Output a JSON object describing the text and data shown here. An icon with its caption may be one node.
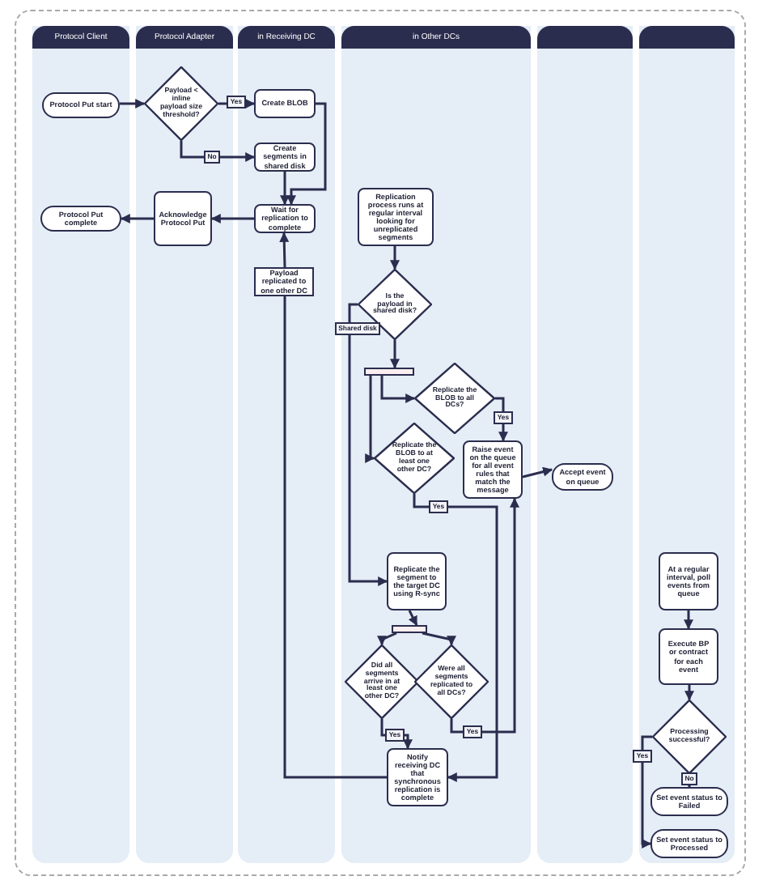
{
  "diagram": {
    "nodes": [
      {
        "text": [
          "Protocol Client"
        ]
      },
      {
        "text": [
          "Protocol Adapter"
        ]
      },
      {
        "text": [
          "in Receiving DC"
        ]
      },
      {
        "text": [
          "in Other DCs"
        ]
      },
      {
        "text": [],
        "shape": "box"
      },
      {
        "text": [],
        "shape": "box"
      },
      {
        "text": [
          "Protocol Put start"
        ],
        "in": 0
      },
      {
        "text": [
          "Payload < inline payload size threshold?"
        ],
        "in": 1
      },
      {
        "text": [
          "Create BLOB"
        ],
        "in": 2
      },
      {
        "text": [
          "Create segments in shared disk"
        ],
        "in": 2
      },
      {
        "text": [
          "Wait for replication to complete"
        ],
        "in": 2
      },
      {
        "text": [
          "Acknowledge Protocol Put"
        ],
        "in": 1
      },
      {
        "text": [
          "Protocol Put complete"
        ],
        "in": 0
      },
      {
        "text": [
          "Payload replicated to one other DC"
        ],
        "in": 2
      },
      {
        "text": [
          "Replication process runs at regular interval looking for unreplicated segments"
        ],
        "in": 3
      },
      {
        "text": [
          "Is the payload in shared disk?"
        ],
        "in": 3
      },
      {
        "text": [],
        "shape": "bar",
        "in": 3
      },
      {
        "text": [
          "Replicate the BLOB to all DCs?"
        ],
        "in": 3
      },
      {
        "text": [
          "Replicate the BLOB to at least one other DC?"
        ],
        "in": 3
      },
      {
        "text": [
          "Raise event on the queue for all event rules that match the message"
        ],
        "in": 3
      },
      {
        "text": [
          "Accept event on queue"
        ],
        "in": 4
      },
      {
        "text": [
          "Replicate the segment to the target DC using R-sync"
        ],
        "in": 3
      },
      {
        "text": [],
        "shape": "bar",
        "in": 3
      },
      {
        "text": [
          "Did all segments arrive in at least one other DC?"
        ],
        "in": 3
      },
      {
        "text": [
          "Were all segments replicated to all DCs?"
        ],
        "in": 3
      },
      {
        "text": [
          "Notify receiving DC that synchronous replication is complete"
        ],
        "in": 3
      },
      {
        "text": [
          "At a regular interval, poll events from queue"
        ],
        "in": 5
      },
      {
        "text": [
          "Execute BP or contract for each event"
        ],
        "in": 5
      },
      {
        "text": [
          "Processing successful?"
        ],
        "in": 5
      },
      {
        "text": [
          "Set event status to Failed"
        ],
        "in": 5
      },
      {
        "text": [
          "Set event status to Processed"
        ],
        "in": 5
      }
    ],
    "edges": [
      {
        "from": 6,
        "to": 7,
        "arrow": "to"
      },
      {
        "from": 7,
        "to": 8,
        "arrow": "to",
        "label": "Yes"
      },
      {
        "from": 7,
        "to": 9,
        "arrow": "to",
        "label": "No"
      },
      {
        "from": 8,
        "to": 10,
        "arrow": "to"
      },
      {
        "from": 9,
        "to": 10,
        "arrow": "to"
      },
      {
        "from": 10,
        "to": 11,
        "arrow": "to"
      },
      {
        "from": 11,
        "to": 12,
        "arrow": "to"
      },
      {
        "from": 25,
        "to": 13,
        "arrow": "none"
      },
      {
        "from": 13,
        "to": 10,
        "arrow": "to"
      },
      {
        "from": 14,
        "to": 15,
        "arrow": "to"
      },
      {
        "from": 15,
        "to": 21,
        "arrow": "to",
        "label": "Shared disk"
      },
      {
        "from": 15,
        "to": 16,
        "arrow": "to"
      },
      {
        "from": 16,
        "to": 17,
        "arrow": "to"
      },
      {
        "from": 16,
        "to": 18,
        "arrow": "to"
      },
      {
        "from": 17,
        "to": 19,
        "arrow": "to",
        "label": "Yes"
      },
      {
        "from": 18,
        "to": 25,
        "arrow": "to",
        "label": "Yes"
      },
      {
        "from": 19,
        "to": 20,
        "arrow": "to"
      },
      {
        "from": 24,
        "to": 19,
        "arrow": "to",
        "label": "Yes"
      },
      {
        "from": 21,
        "to": 22,
        "arrow": "to"
      },
      {
        "from": 22,
        "to": 23,
        "arrow": "to"
      },
      {
        "from": 22,
        "to": 24,
        "arrow": "to"
      },
      {
        "from": 23,
        "to": 25,
        "arrow": "to",
        "label": "Yes"
      },
      {
        "from": 26,
        "to": 27,
        "arrow": "to"
      },
      {
        "from": 27,
        "to": 28,
        "arrow": "to"
      },
      {
        "from": 28,
        "to": 29,
        "arrow": "to",
        "label": "No"
      },
      {
        "from": 28,
        "to": 30,
        "arrow": "to",
        "label": "Yes"
      }
    ]
  }
}
